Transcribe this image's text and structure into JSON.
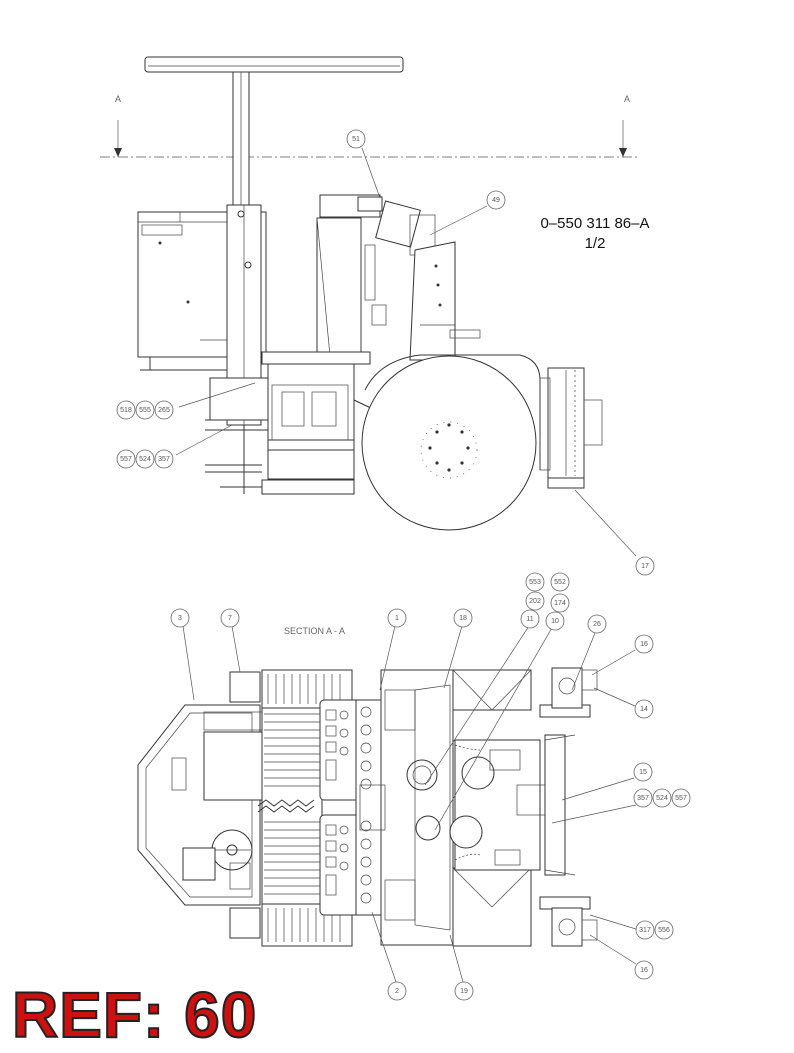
{
  "document": {
    "number": "0–550 311 86–A",
    "sheet": "1/2",
    "ref_label": "REF: 60"
  },
  "section": {
    "marker_left": "A",
    "marker_right": "A",
    "title": "SECTION A - A"
  },
  "callouts_top": [
    {
      "id": "c51",
      "label": "51"
    },
    {
      "id": "c49",
      "label": "49"
    },
    {
      "id": "c518",
      "label": "518"
    },
    {
      "id": "c555",
      "label": "555"
    },
    {
      "id": "c265",
      "label": "265"
    },
    {
      "id": "c557a",
      "label": "557"
    },
    {
      "id": "c524a",
      "label": "524"
    },
    {
      "id": "c357a",
      "label": "357"
    },
    {
      "id": "c17",
      "label": "17"
    }
  ],
  "callouts_bottom": [
    {
      "id": "c553",
      "label": "553"
    },
    {
      "id": "c552",
      "label": "552"
    },
    {
      "id": "c202",
      "label": "202"
    },
    {
      "id": "c174",
      "label": "174"
    },
    {
      "id": "c3",
      "label": "3"
    },
    {
      "id": "c7",
      "label": "7"
    },
    {
      "id": "c1",
      "label": "1"
    },
    {
      "id": "c18a",
      "label": "18"
    },
    {
      "id": "c11",
      "label": "11"
    },
    {
      "id": "c10",
      "label": "10"
    },
    {
      "id": "c26",
      "label": "26"
    },
    {
      "id": "c16a",
      "label": "16"
    },
    {
      "id": "c14",
      "label": "14"
    },
    {
      "id": "c15",
      "label": "15"
    },
    {
      "id": "c357b",
      "label": "357"
    },
    {
      "id": "c524b",
      "label": "524"
    },
    {
      "id": "c557b",
      "label": "557"
    },
    {
      "id": "c317",
      "label": "317"
    },
    {
      "id": "c556",
      "label": "556"
    },
    {
      "id": "c16b",
      "label": "16"
    },
    {
      "id": "c2",
      "label": "2"
    },
    {
      "id": "c19",
      "label": "19"
    }
  ]
}
